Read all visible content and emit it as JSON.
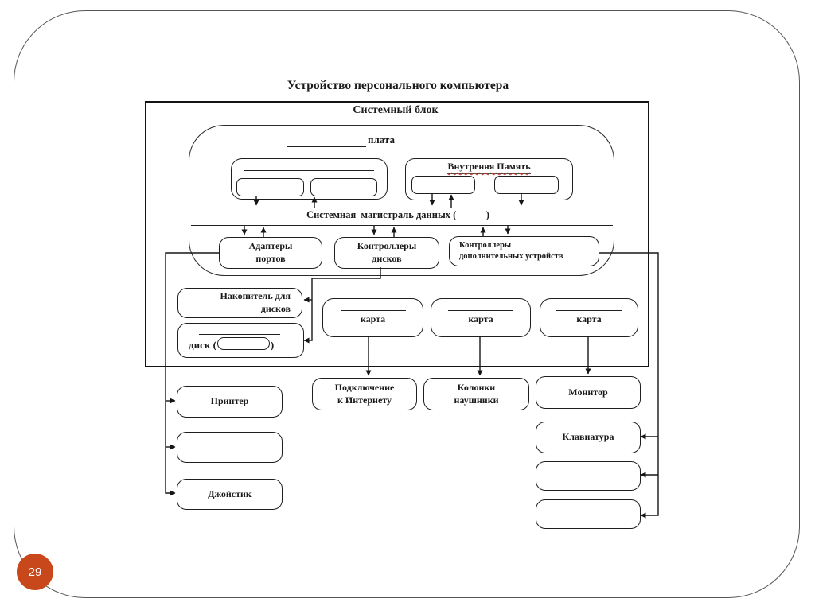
{
  "slide": {
    "page_number": "29",
    "accent_color": "#c8481b",
    "border_color": "#555555"
  },
  "diagram": {
    "title": "Устройство персонального компьютера",
    "system_unit_label": "Системный блок",
    "motherboard_label": "плата",
    "memory_label": "Внутреняя Память",
    "bus_label": "Системная  магистраль данных (            )",
    "adapters_label": "Адаптеры\nпортов",
    "disk_controllers_label": "Контроллеры\nдисков",
    "aux_controllers_label": "Контроллеры\nдополнительных устройств",
    "storage_label": "Накопитель для\nдисков",
    "disk_prefix": "диск (",
    "disk_suffix": ")",
    "cards": [
      {
        "label": "карта"
      },
      {
        "label": "карта"
      },
      {
        "label": "карта"
      }
    ],
    "internet_label": "Подключение\nк Интернету",
    "speakers_label": "Колонки\nнаушники",
    "monitor_label": "Монитор",
    "keyboard_label": "Клавиатура",
    "printer_label": "Принтер",
    "joystick_label": "Джойстик"
  }
}
